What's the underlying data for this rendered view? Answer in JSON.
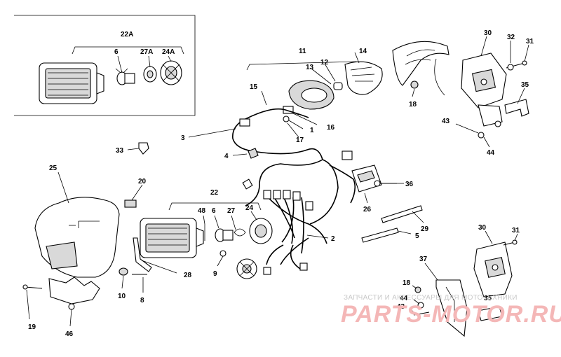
{
  "diagram": {
    "inset_group_label": "22A",
    "group_labels": [
      "22A",
      "11",
      "22"
    ],
    "callouts": [
      "1",
      "2",
      "3",
      "4",
      "5",
      "6",
      "8",
      "9",
      "10",
      "12",
      "13",
      "14",
      "15",
      "16",
      "17",
      "18",
      "19",
      "20",
      "24",
      "24A",
      "25",
      "26",
      "27",
      "27A",
      "28",
      "29",
      "30",
      "31",
      "32",
      "33",
      "35",
      "36",
      "37",
      "43",
      "44",
      "46",
      "48"
    ]
  },
  "watermark": {
    "line1": "ЗАПЧАСТИ И АКСЕССУАРЫ ДЛЯ МОТОТЕХНИКИ",
    "line2": "PARTS-MOTOR.RU"
  }
}
